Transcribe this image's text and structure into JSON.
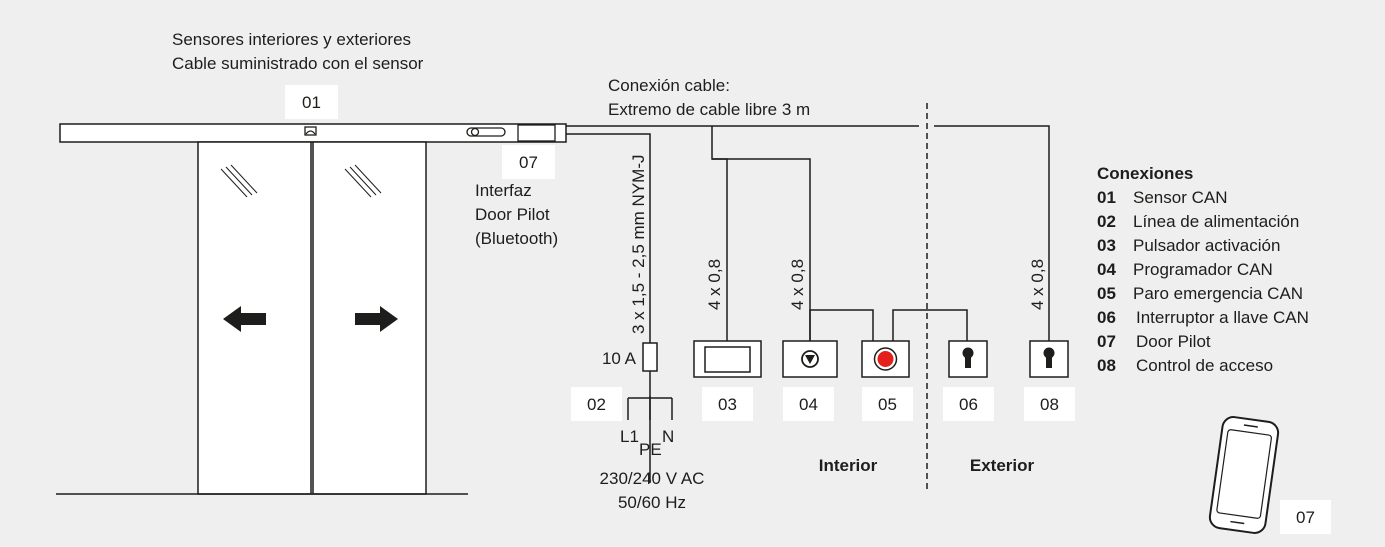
{
  "sensor_note": {
    "line1": "Sensores interiores y exteriores",
    "line2": "Cable suministrado con el sensor"
  },
  "cable_note": {
    "line1": "Conexión cable:",
    "line2": "Extremo de cable libre 3 m"
  },
  "interface_note": {
    "line1": "Interfaz",
    "line2": "Door Pilot",
    "line3": "(Bluetooth)"
  },
  "numbers": {
    "n01": "01",
    "n02": "02",
    "n03": "03",
    "n04": "04",
    "n05": "05",
    "n06": "06",
    "n07": "07",
    "n08": "08"
  },
  "wires": {
    "mains_cable": "3 x 1,5 - 2,5 mm NYM-J",
    "cable_03": "4 x 0,8",
    "cable_04": "4 x 0,8",
    "cable_08": "4 x 0,8"
  },
  "supply": {
    "fuse": "10 A",
    "l1": "L1",
    "pe": "PE",
    "n": "N",
    "voltage": "230/240 V AC",
    "frequency": "50/60 Hz"
  },
  "zones": {
    "interior": "Interior",
    "exterior": "Exterior"
  },
  "legend": {
    "title": "Conexiones",
    "items": [
      {
        "num": "01",
        "label": "Sensor CAN"
      },
      {
        "num": "02",
        "label": "Línea de alimentación"
      },
      {
        "num": "03",
        "label": "Pulsador activación"
      },
      {
        "num": "04",
        "label": "Programador CAN"
      },
      {
        "num": "05",
        "label": "Paro emergencia CAN"
      },
      {
        "num": "06",
        "label": "Interruptor a llave CAN"
      },
      {
        "num": "07",
        "label": "Door Pilot"
      },
      {
        "num": "08",
        "label": "Control de acceso"
      }
    ]
  },
  "colors": {
    "background": "#efefef",
    "line": "#1d1d1b",
    "emergency_red": "#e3201b"
  }
}
